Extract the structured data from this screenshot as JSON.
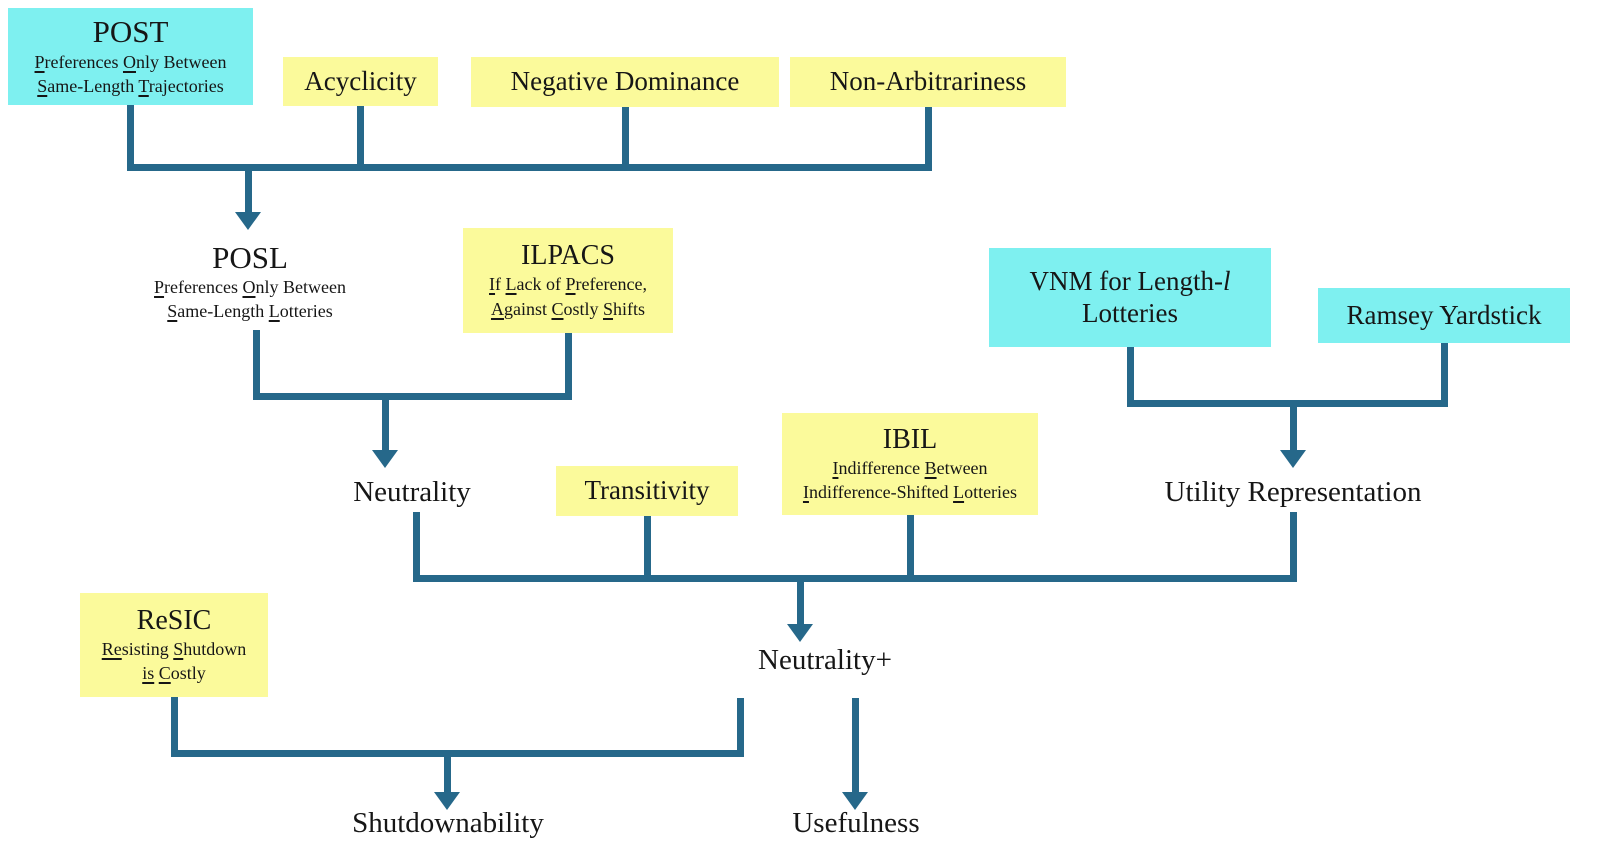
{
  "colors": {
    "cyan_box": "#7ef0f0",
    "yellow_box": "#fbfa9b",
    "line": "#26688a",
    "text": "#161616"
  },
  "nodes": {
    "post": {
      "title": "POST",
      "line1": "[P]references [O]nly Between",
      "line2": "[S]ame-Length [T]rajectories"
    },
    "acyclicity": {
      "label": "Acyclicity"
    },
    "negative_dominance": {
      "label": "Negative Dominance"
    },
    "non_arbitrariness": {
      "label": "Non-Arbitrariness"
    },
    "posl": {
      "title": "POSL",
      "line1": "[P]references [O]nly Between",
      "line2": "[S]ame-Length [L]otteries"
    },
    "ilpacs": {
      "title": "ILPACS",
      "line1": "[I]f [L]ack of [P]reference,",
      "line2": "[A]gainst [C]ostly [S]hifts"
    },
    "vnm": {
      "line1": "VNM for Length-{l}",
      "line2": "Lotteries"
    },
    "ramsey_yardstick": {
      "label": "Ramsey Yardstick"
    },
    "neutrality": {
      "label": "Neutrality"
    },
    "transitivity": {
      "label": "Transitivity"
    },
    "ibil": {
      "title": "IBIL",
      "line1": "[I]ndifference [B]etween",
      "line2": "[I]ndifference-Shifted [L]otteries"
    },
    "utility_representation": {
      "label": "Utility Representation"
    },
    "resic": {
      "title": "ReSIC",
      "line1": "[Re]sisting [S]hutdown",
      "line2": "[is] [C]ostly"
    },
    "neutrality_plus": {
      "label": "Neutrality+"
    },
    "shutdownability": {
      "label": "Shutdownability"
    },
    "usefulness": {
      "label": "Usefulness"
    }
  }
}
